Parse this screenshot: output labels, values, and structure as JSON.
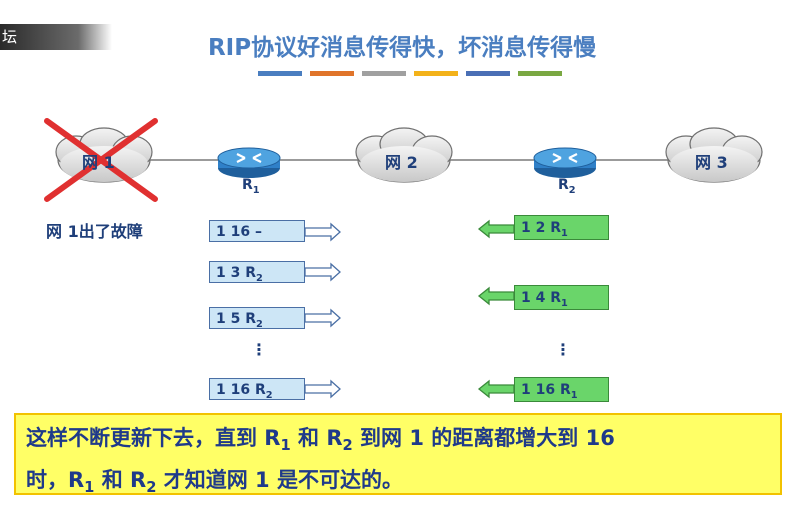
{
  "watermark": "坛",
  "title": "RIP协议好消息传得快，坏消息传得慢",
  "stripes": [
    "#4a7ec0",
    "#e0742a",
    "#a0a0a0",
    "#f3b21a",
    "#4a6fb5",
    "#7aa842"
  ],
  "networks": {
    "net1": "网 1",
    "net2": "网 2",
    "net3": "网 3"
  },
  "routers": {
    "r1": {
      "base": "R",
      "sub": "1"
    },
    "r2": {
      "base": "R",
      "sub": "2"
    }
  },
  "fault_text": "网 1出了故障",
  "left_tables": [
    {
      "base": "1  16  –",
      "sub": ""
    },
    {
      "base": "1  3  R",
      "sub": "2"
    },
    {
      "base": "1  5  R",
      "sub": "2"
    },
    {
      "base": "1  16  R",
      "sub": "2"
    }
  ],
  "right_tables": [
    {
      "base": "1  2  R",
      "sub": "1"
    },
    {
      "base": "1  4  R",
      "sub": "1"
    },
    {
      "base": "1  16  R",
      "sub": "1"
    }
  ],
  "ellipsis": "⋮",
  "caption": {
    "p1": "这样不断更新下去，直到 R",
    "s1": "1",
    "p2": " 和 R",
    "s2": "2",
    "p3": " 到网 1 的距离都增大到 16",
    "p4": "时，R",
    "s3": "1",
    "p5": " 和 R",
    "s4": "2",
    "p6": " 才知道网 1 是不可达的。"
  },
  "colors": {
    "cross": "#e03030",
    "router": "#2f80c8",
    "link": "#7a7a7a"
  }
}
